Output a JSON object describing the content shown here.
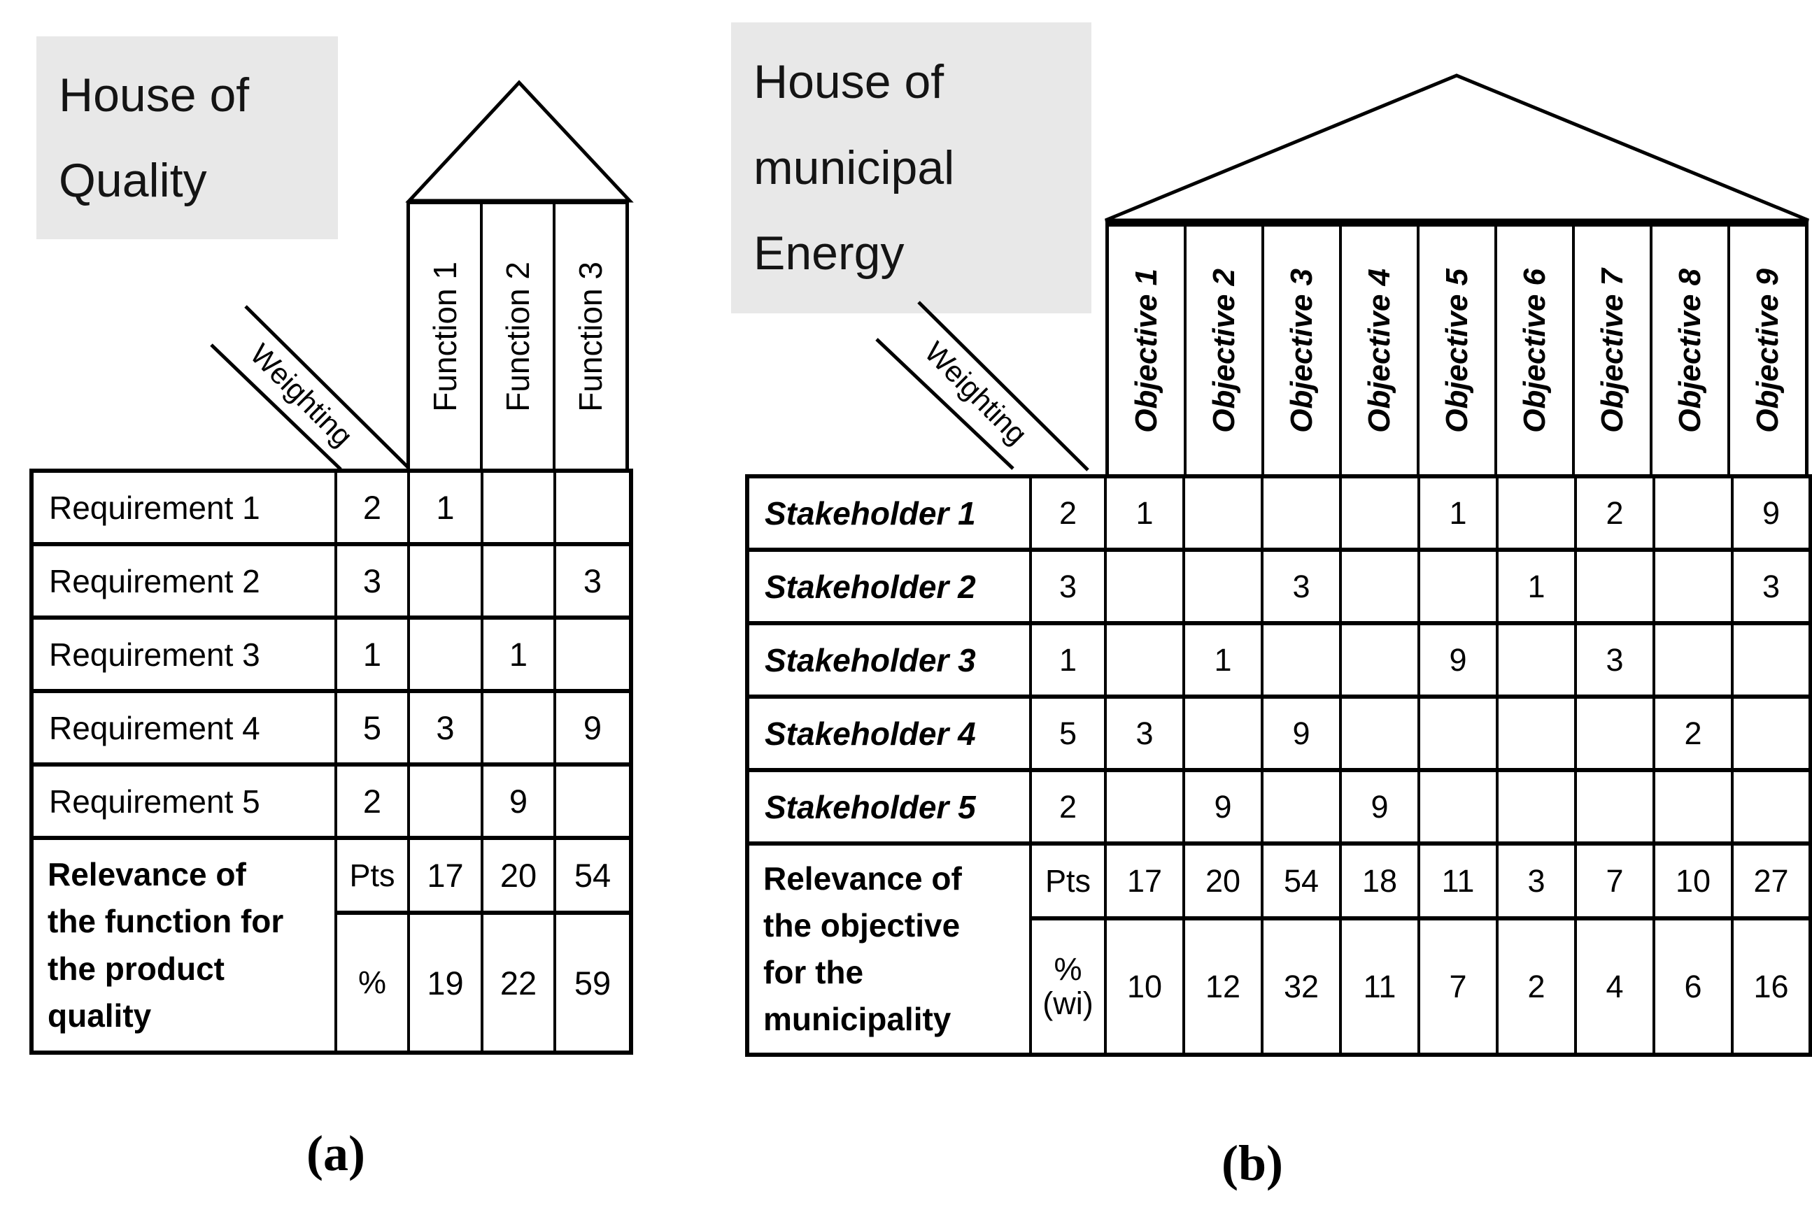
{
  "figure": {
    "caption_a": "(a)",
    "caption_b": "(b)"
  },
  "colors": {
    "title_bg": "#e8e8e8",
    "line": "#000000",
    "text": "#000000",
    "background": "#ffffff"
  },
  "house_a": {
    "title": "House of Quality",
    "title_lines": [
      "House of",
      "Quality"
    ],
    "weighting_label": "Weighting",
    "columns": [
      "Function 1",
      "Function 2",
      "Function 3"
    ],
    "rows": [
      {
        "label": "Requirement 1",
        "weight": "2",
        "values": [
          "1",
          "",
          ""
        ]
      },
      {
        "label": "Requirement 2",
        "weight": "3",
        "values": [
          "",
          "",
          "3"
        ]
      },
      {
        "label": "Requirement 3",
        "weight": "1",
        "values": [
          "",
          "1",
          ""
        ]
      },
      {
        "label": "Requirement 4",
        "weight": "5",
        "values": [
          "3",
          "",
          "9"
        ]
      },
      {
        "label": "Requirement 5",
        "weight": "2",
        "values": [
          "",
          "9",
          ""
        ]
      }
    ],
    "relevance": {
      "label": "Relevance of the function for the product quality",
      "label_lines": [
        "Relevance of",
        "the function for",
        "the product",
        "quality"
      ],
      "pts_label": "Pts",
      "pts": [
        "17",
        "20",
        "54"
      ],
      "pct_label": "%",
      "pct": [
        "19",
        "22",
        "59"
      ]
    }
  },
  "house_b": {
    "title": "House of municipal Energy",
    "title_lines": [
      "House of",
      "municipal",
      "Energy"
    ],
    "weighting_label": "Weighting",
    "columns": [
      "Objective 1",
      "Objective 2",
      "Objective 3",
      "Objective 4",
      "Objective 5",
      "Objective 6",
      "Objective 7",
      "Objective 8",
      "Objective 9"
    ],
    "rows": [
      {
        "label": "Stakeholder 1",
        "weight": "2",
        "values": [
          "1",
          "",
          "",
          "",
          "1",
          "",
          "2",
          "",
          "9"
        ]
      },
      {
        "label": "Stakeholder 2",
        "weight": "3",
        "values": [
          "",
          "",
          "3",
          "",
          "",
          "1",
          "",
          "",
          "3"
        ]
      },
      {
        "label": "Stakeholder 3",
        "weight": "1",
        "values": [
          "",
          "1",
          "",
          "",
          "9",
          "",
          "3",
          "",
          ""
        ]
      },
      {
        "label": "Stakeholder 4",
        "weight": "5",
        "values": [
          "3",
          "",
          "9",
          "",
          "",
          "",
          "",
          "2",
          ""
        ]
      },
      {
        "label": "Stakeholder 5",
        "weight": "2",
        "values": [
          "",
          "9",
          "",
          "9",
          "",
          "",
          "",
          "",
          ""
        ]
      }
    ],
    "relevance": {
      "label": "Relevance of the objective for the municipality",
      "label_lines": [
        "Relevance of",
        "the objective",
        "for the",
        "municipality"
      ],
      "pts_label": "Pts",
      "pts": [
        "17",
        "20",
        "54",
        "18",
        "11",
        "3",
        "7",
        "10",
        "27"
      ],
      "pct_label_lines": [
        "%",
        "(wi)"
      ],
      "pct": [
        "10",
        "12",
        "32",
        "11",
        "7",
        "2",
        "4",
        "6",
        "16"
      ]
    }
  }
}
